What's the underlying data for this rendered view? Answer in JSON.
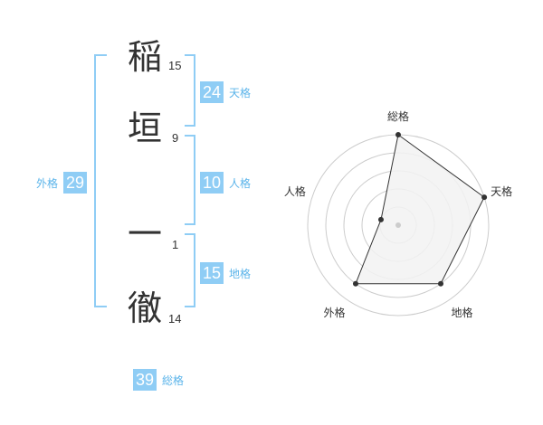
{
  "characters": [
    {
      "char": "稲",
      "strokes": "15"
    },
    {
      "char": "垣",
      "strokes": "9"
    },
    {
      "char": "一",
      "strokes": "1"
    },
    {
      "char": "徹",
      "strokes": "14"
    }
  ],
  "kaku": {
    "tenkaku": {
      "label": "天格",
      "value": "24"
    },
    "jinkaku": {
      "label": "人格",
      "value": "10"
    },
    "chikaku": {
      "label": "地格",
      "value": "15"
    },
    "gaikaku": {
      "label": "外格",
      "value": "29"
    },
    "soukaku": {
      "label": "総格",
      "value": "39"
    }
  },
  "colors": {
    "accent": "#8fcdf5",
    "accent_text": "#5bb4ea",
    "text": "#333333",
    "radar_fill": "#f2f2f2",
    "radar_grid": "#cccccc"
  },
  "chart_data": {
    "type": "radar",
    "axes": [
      "総格",
      "天格",
      "地格",
      "外格",
      "人格"
    ],
    "values": [
      5,
      5,
      4,
      4,
      1
    ],
    "rmax": 5,
    "rings": 5
  }
}
